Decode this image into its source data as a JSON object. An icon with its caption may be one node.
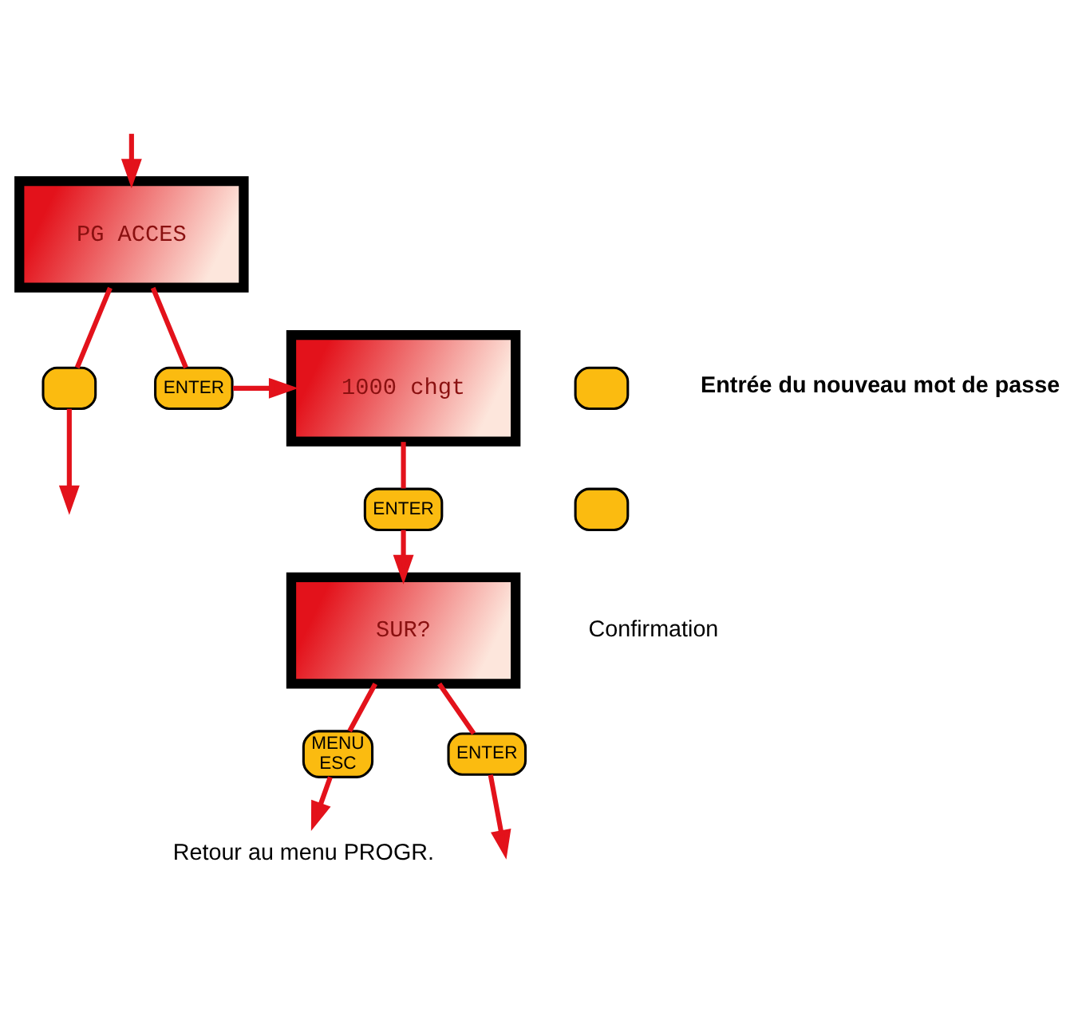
{
  "diagram": {
    "nodes": [
      {
        "text": [
          "PG ACCES"
        ]
      },
      {
        "text": [],
        "shape": "box"
      },
      {
        "text": [
          "ENTER"
        ]
      },
      {
        "text": [
          "1000 chgt"
        ]
      },
      {
        "text": [],
        "shape": "box"
      },
      {
        "text": [],
        "shape": "box"
      },
      {
        "text": [
          "ENTER"
        ]
      },
      {
        "text": [
          "SUR?"
        ]
      },
      {
        "text": [
          "MENU",
          "ESC"
        ]
      },
      {
        "text": [
          "ENTER"
        ]
      },
      {
        "text": [
          "Retour au menu PROGR."
        ]
      }
    ],
    "edges": [
      {
        "from": null,
        "to": 0,
        "arrow": "to"
      },
      {
        "from": 0,
        "to": 1,
        "arrow": "none"
      },
      {
        "from": 1,
        "to": null,
        "arrow": "to"
      },
      {
        "from": 0,
        "to": 2,
        "arrow": "none"
      },
      {
        "from": 2,
        "to": 3,
        "arrow": "to"
      },
      {
        "from": 3,
        "to": 6,
        "arrow": "none"
      },
      {
        "from": 6,
        "to": 7,
        "arrow": "to"
      },
      {
        "from": 7,
        "to": 8,
        "arrow": "none"
      },
      {
        "from": 8,
        "to": 10,
        "arrow": "to"
      },
      {
        "from": 7,
        "to": 9,
        "arrow": "none"
      },
      {
        "from": 9,
        "to": null,
        "arrow": "to"
      }
    ],
    "labels": [
      "Entrée du nouveau mot de passe",
      "Confirmation"
    ]
  }
}
